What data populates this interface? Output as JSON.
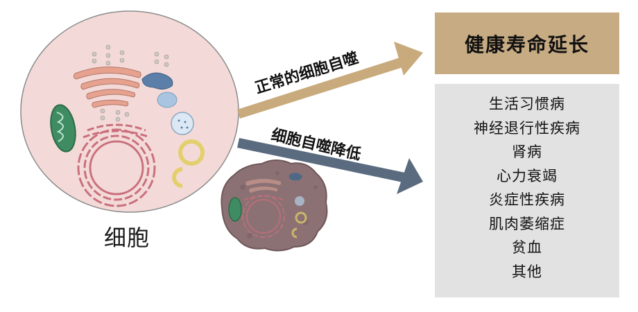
{
  "cell_label": "细胞",
  "arrow_up_label": "正常的细胞自噬",
  "arrow_down_label": "细胞自噬降低",
  "outcome_title": "健康寿命延长",
  "diseases": [
    "生活习惯病",
    "神经退行性疾病",
    "肾病",
    "心力衰竭",
    "炎症性疾病",
    "肌肉萎缩症",
    "贫血",
    "其他"
  ],
  "colors": {
    "cell_fill": "#f3dad8",
    "arrow_up": "#c8aa7c",
    "arrow_down": "#5a6b80",
    "gold_box": "#c7ab82",
    "gray_box": "#e2e2e2",
    "aged_cell": "#8b7174",
    "nucleus": "#c9707c",
    "mitochondria": "#3f8c62"
  }
}
